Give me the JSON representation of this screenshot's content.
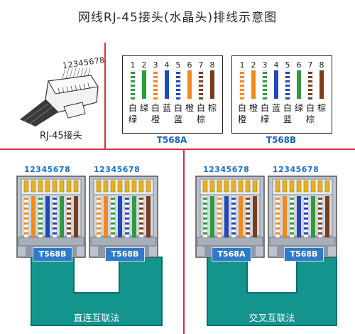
{
  "title": "网线RJ-45接头(水晶头)排线示意图",
  "connector": {
    "pin_numbers": "12345678",
    "caption": "RJ-45接头"
  },
  "standards": [
    {
      "label": "T568A",
      "wires": [
        {
          "num": "1",
          "name": "白绿",
          "color": "#2e9b3e",
          "striped": true
        },
        {
          "num": "2",
          "name": "绿",
          "color": "#2e9b3e",
          "striped": false
        },
        {
          "num": "3",
          "name": "白橙",
          "color": "#f08a1c",
          "striped": true
        },
        {
          "num": "4",
          "name": "蓝",
          "color": "#2346b8",
          "striped": false
        },
        {
          "num": "5",
          "name": "白蓝",
          "color": "#2346b8",
          "striped": true
        },
        {
          "num": "6",
          "name": "橙",
          "color": "#f08a1c",
          "striped": false
        },
        {
          "num": "7",
          "name": "白棕",
          "color": "#7a3d1c",
          "striped": true
        },
        {
          "num": "8",
          "name": "棕",
          "color": "#7a3d1c",
          "striped": false
        }
      ]
    },
    {
      "label": "T568B",
      "wires": [
        {
          "num": "1",
          "name": "白橙",
          "color": "#f08a1c",
          "striped": true
        },
        {
          "num": "2",
          "name": "橙",
          "color": "#f08a1c",
          "striped": false
        },
        {
          "num": "3",
          "name": "白绿",
          "color": "#2e9b3e",
          "striped": true
        },
        {
          "num": "4",
          "name": "蓝",
          "color": "#2346b8",
          "striped": false
        },
        {
          "num": "5",
          "name": "白蓝",
          "color": "#2346b8",
          "striped": true
        },
        {
          "num": "6",
          "name": "绿",
          "color": "#2e9b3e",
          "striped": false
        },
        {
          "num": "7",
          "name": "白棕",
          "color": "#7a3d1c",
          "striped": true
        },
        {
          "num": "8",
          "name": "棕",
          "color": "#7a3d1c",
          "striped": false
        }
      ]
    }
  ],
  "jack_numbers": "12345678",
  "straight": {
    "left_label": "T568B",
    "right_label": "T568B",
    "caption": "直连互联法"
  },
  "crossover": {
    "left_label": "T568A",
    "right_label": "T568B",
    "caption": "交叉互联法"
  },
  "colors": {
    "rule": "#d8343a",
    "cable": "#13948c",
    "cable_edge": "#0b6f69",
    "plug_body": "#bcc3ce",
    "accent_blue": "#1a5fb4"
  }
}
